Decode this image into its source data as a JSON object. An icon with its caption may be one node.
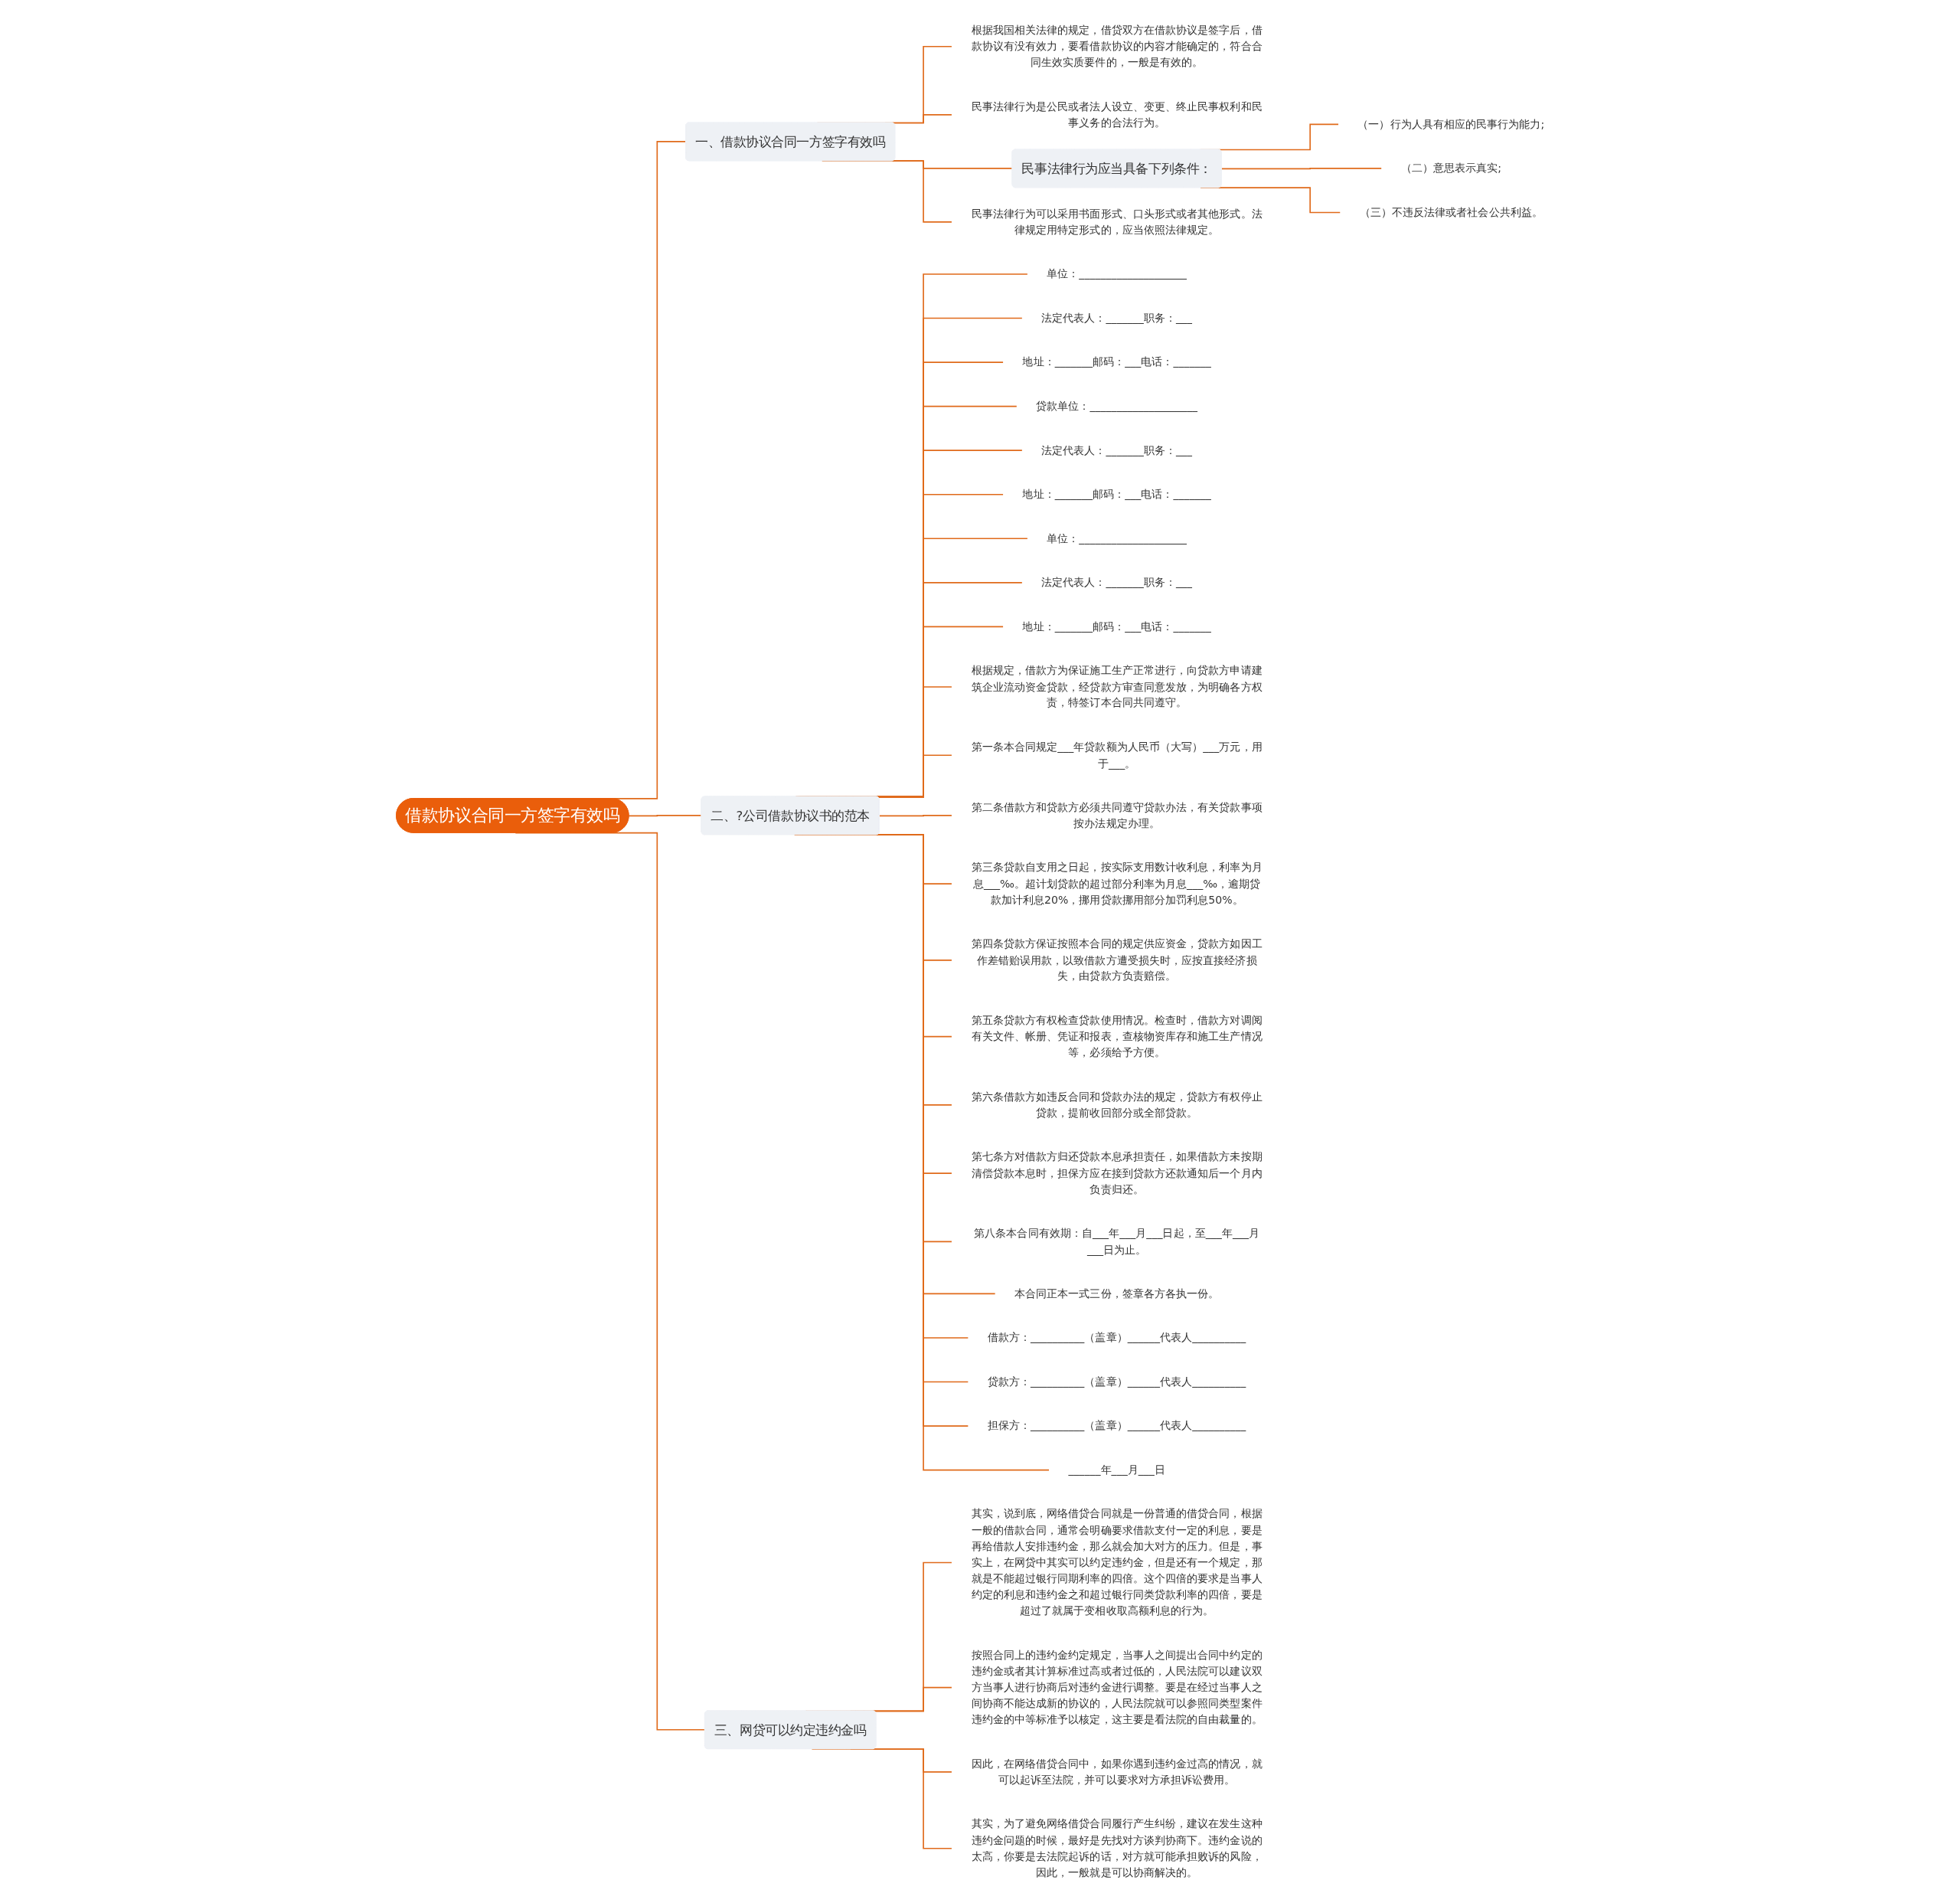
{
  "diagram": {
    "nodes": [
      {
        "text": [
          "借款协议合同一方签字有效吗"
        ]
      },
      {
        "text": [
          "一、借款协议合同一方签字有效吗"
        ]
      },
      {
        "text": [
          "根据我国相关法律的规定，借贷双方在借款协议是签字后，借款协议有没有效力，要看借款协议的内容才能确定的，符合合同生效实质要件的，一般是有效的。"
        ]
      },
      {
        "text": [
          "民事法律行为是公民或者法人设立、变更、终止民事权利和民事义务的合法行为。"
        ]
      },
      {
        "text": [
          "民事法律行为应当具备下列条件："
        ]
      },
      {
        "text": [
          "（一）行为人具有相应的民事行为能力;"
        ]
      },
      {
        "text": [
          "（二）意思表示真实;"
        ]
      },
      {
        "text": [
          "（三）不违反法律或者社会公共利益。"
        ]
      },
      {
        "text": [
          "民事法律行为可以采用书面形式、口头形式或者其他形式。法律规定用特定形式的，应当依照法律规定。"
        ]
      },
      {
        "text": [
          "二、?公司借款协议书的范本"
        ]
      },
      {
        "text": [
          "单位：____________________"
        ]
      },
      {
        "text": [
          "法定代表人：_______职务：___"
        ]
      },
      {
        "text": [
          "地址：_______邮码：___电话：_______"
        ]
      },
      {
        "text": [
          "贷款单位：____________________"
        ]
      },
      {
        "text": [
          "法定代表人：_______职务：___"
        ]
      },
      {
        "text": [
          "地址：_______邮码：___电话：_______"
        ]
      },
      {
        "text": [
          "单位：____________________"
        ]
      },
      {
        "text": [
          "法定代表人：_______职务：___"
        ]
      },
      {
        "text": [
          "地址：_______邮码：___电话：_______"
        ]
      },
      {
        "text": [
          "根据规定，借款方为保证施工生产正常进行，向贷款方申请建筑企业流动资金贷款，经贷款方审查同意发放，为明确各方权责，特签订本合同共同遵守。"
        ]
      },
      {
        "text": [
          "第一条本合同规定___年贷款额为人民币（大写）___万元，用于___。"
        ]
      },
      {
        "text": [
          "第二条借款方和贷款方必须共同遵守贷款办法，有关贷款事项按办法规定办理。"
        ]
      },
      {
        "text": [
          "第三条贷款自支用之日起，按实际支用数计收利息，利率为月息___‰。超计划贷款的超过部分利率为月息___‰，逾期贷款加计利息20%，挪用贷款挪用部分加罚利息50%。"
        ]
      },
      {
        "text": [
          "第四条贷款方保证按照本合同的规定供应资金，贷款方如因工作差错贻误用款，以致借款方遭受损失时，应按直接经济损失，由贷款方负责赔偿。"
        ]
      },
      {
        "text": [
          "第五条贷款方有权检查贷款使用情况。检查时，借款方对调阅有关文件、帐册、凭证和报表，查核物资库存和施工生产情况等，必须给予方便。"
        ]
      },
      {
        "text": [
          "第六条借款方如违反合同和贷款办法的规定，贷款方有权停止贷款，提前收回部分或全部贷款。"
        ]
      },
      {
        "text": [
          "第七条方对借款方归还贷款本息承担责任，如果借款方未按期清偿贷款本息时，担保方应在接到贷款方还款通知后一个月内负责归还。"
        ]
      },
      {
        "text": [
          "第八条本合同有效期：自___年___月___日起，至___年___月___日为止。"
        ]
      },
      {
        "text": [
          "本合同正本一式三份，签章各方各执一份。"
        ]
      },
      {
        "text": [
          "借款方：__________（盖章）______代表人__________"
        ]
      },
      {
        "text": [
          "贷款方：__________（盖章）______代表人__________"
        ]
      },
      {
        "text": [
          "担保方：__________（盖章）______代表人__________"
        ]
      },
      {
        "text": [
          "______年___月___日"
        ]
      },
      {
        "text": [
          "三、网贷可以约定违约金吗"
        ]
      },
      {
        "text": [
          "其实，说到底，网络借贷合同就是一份普通的借贷合同，根据一般的借款合同，通常会明确要求借款支付一定的利息，要是再给借款人安排违约金，那么就会加大对方的压力。但是，事实上，在网贷中其实可以约定违约金，但是还有一个规定，那就是不能超过银行同期利率的四倍。这个四倍的要求是当事人约定的利息和违约金之和超过银行同类贷款利率的四倍，要是超过了就属于变相收取高额利息的行为。"
        ]
      },
      {
        "text": [
          "按照合同上的违约金约定规定，当事人之间提出合同中约定的违约金或者其计算标准过高或者过低的，人民法院可以建议双方当事人进行协商后对违约金进行调整。要是在经过当事人之间协商不能达成新的协议的，人民法院就可以参照同类型案件违约金的中等标准予以核定，这主要是看法院的自由裁量的。"
        ]
      },
      {
        "text": [
          "因此，在网络借贷合同中，如果你遇到违约金过高的情况，就可以起诉至法院，并可以要求对方承担诉讼费用。"
        ]
      },
      {
        "text": [
          "其实，为了避免网络借贷合同履行产生纠纷，建议在发生这种违约金问题的时候，最好是先找对方谈判协商下。违约金说的太高，你要是去法院起诉的话，对方就可能承担败诉的风险，因此，一般就是可以协商解决的。"
        ]
      }
    ],
    "edges": [
      {
        "from": 0,
        "to": 1,
        "arrow": "none"
      },
      {
        "from": 1,
        "to": 2,
        "arrow": "none"
      },
      {
        "from": 1,
        "to": 3,
        "arrow": "none"
      },
      {
        "from": 1,
        "to": 4,
        "arrow": "none"
      },
      {
        "from": 4,
        "to": 5,
        "arrow": "none"
      },
      {
        "from": 4,
        "to": 6,
        "arrow": "none"
      },
      {
        "from": 4,
        "to": 7,
        "arrow": "none"
      },
      {
        "from": 1,
        "to": 8,
        "arrow": "none"
      },
      {
        "from": 0,
        "to": 9,
        "arrow": "none"
      },
      {
        "from": 9,
        "to": 10,
        "arrow": "none"
      },
      {
        "from": 9,
        "to": 11,
        "arrow": "none"
      },
      {
        "from": 9,
        "to": 12,
        "arrow": "none"
      },
      {
        "from": 9,
        "to": 13,
        "arrow": "none"
      },
      {
        "from": 9,
        "to": 14,
        "arrow": "none"
      },
      {
        "from": 9,
        "to": 15,
        "arrow": "none"
      },
      {
        "from": 9,
        "to": 16,
        "arrow": "none"
      },
      {
        "from": 9,
        "to": 17,
        "arrow": "none"
      },
      {
        "from": 9,
        "to": 18,
        "arrow": "none"
      },
      {
        "from": 9,
        "to": 19,
        "arrow": "none"
      },
      {
        "from": 9,
        "to": 20,
        "arrow": "none"
      },
      {
        "from": 9,
        "to": 21,
        "arrow": "none"
      },
      {
        "from": 9,
        "to": 22,
        "arrow": "none"
      },
      {
        "from": 9,
        "to": 23,
        "arrow": "none"
      },
      {
        "from": 9,
        "to": 24,
        "arrow": "none"
      },
      {
        "from": 9,
        "to": 25,
        "arrow": "none"
      },
      {
        "from": 9,
        "to": 26,
        "arrow": "none"
      },
      {
        "from": 9,
        "to": 27,
        "arrow": "none"
      },
      {
        "from": 9,
        "to": 28,
        "arrow": "none"
      },
      {
        "from": 9,
        "to": 29,
        "arrow": "none"
      },
      {
        "from": 9,
        "to": 30,
        "arrow": "none"
      },
      {
        "from": 9,
        "to": 31,
        "arrow": "none"
      },
      {
        "from": 9,
        "to": 32,
        "arrow": "none"
      },
      {
        "from": 0,
        "to": 33,
        "arrow": "none"
      },
      {
        "from": 33,
        "to": 34,
        "arrow": "none"
      },
      {
        "from": 33,
        "to": 35,
        "arrow": "none"
      },
      {
        "from": 33,
        "to": 36,
        "arrow": "none"
      },
      {
        "from": 33,
        "to": 37,
        "arrow": "none"
      }
    ]
  }
}
